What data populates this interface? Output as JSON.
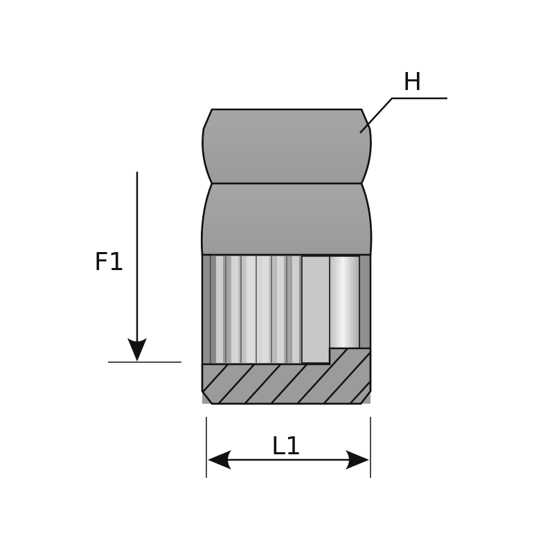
{
  "labels": {
    "hex": "H",
    "thread": "F1",
    "length": "L1"
  },
  "colors": {
    "body": "#9b9b9b",
    "body_dark": "#7a7a7a",
    "outline": "#111111",
    "thread_light": "#d0d0d0",
    "thread_dark": "#8a8a8a"
  }
}
